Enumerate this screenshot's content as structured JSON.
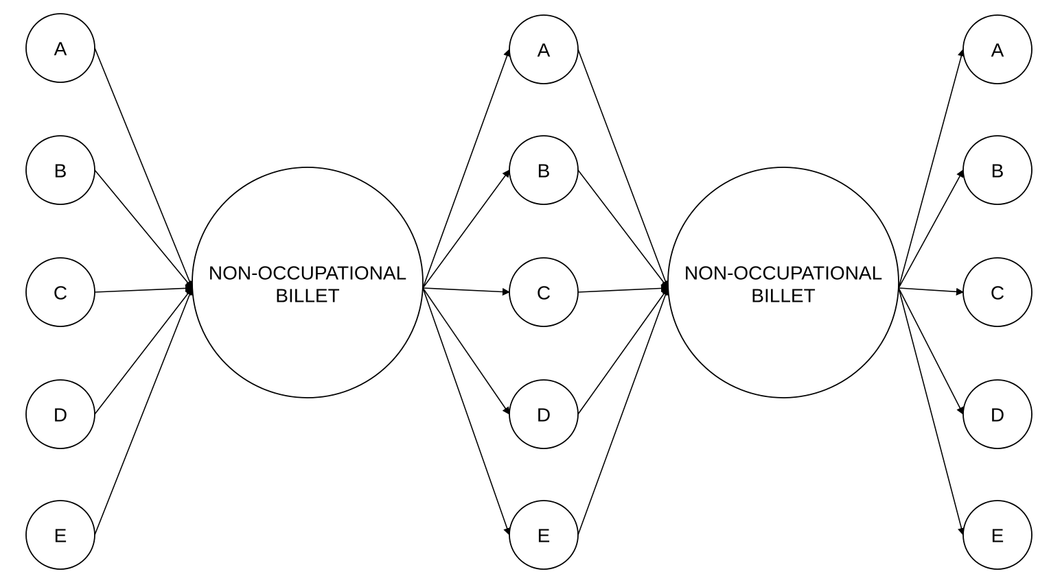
{
  "diagram": {
    "type": "flow-diagram",
    "colors": {
      "stroke": "#000000",
      "background": "#ffffff",
      "text": "#000000"
    },
    "billets": [
      {
        "line1": "NON-OCCUPATIONAL",
        "line2": "BILLET"
      },
      {
        "line1": "NON-OCCUPATIONAL",
        "line2": "BILLET"
      }
    ],
    "left_column": {
      "labels": [
        "A",
        "B",
        "C",
        "D",
        "E"
      ]
    },
    "middle_column": {
      "labels": [
        "A",
        "B",
        "C",
        "D",
        "E"
      ]
    },
    "right_column": {
      "labels": [
        "A",
        "B",
        "C",
        "D",
        "E"
      ]
    }
  }
}
